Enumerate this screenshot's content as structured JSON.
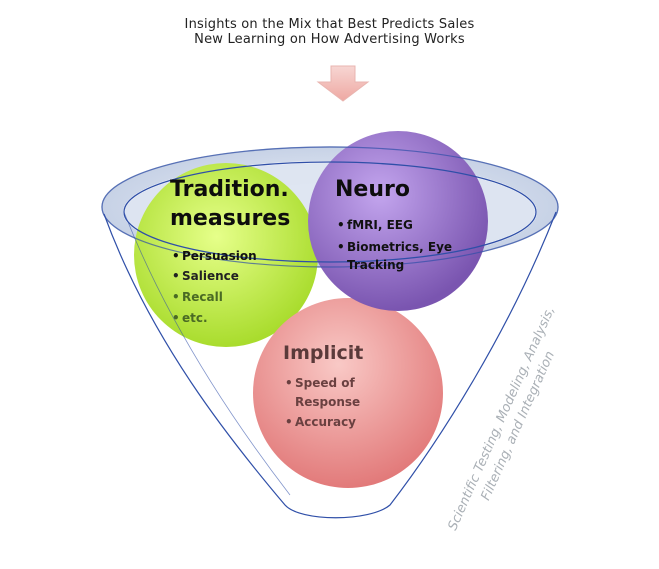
{
  "header": {
    "line1": "Insights on the Mix that Best Predicts Sales",
    "line2": "New Learning on How Advertising Works"
  },
  "circles": {
    "traditional": {
      "title_line1": "Tradition.",
      "title_line2": "measures",
      "bullets": [
        "Persuasion",
        "Salience",
        "Recall",
        "etc."
      ],
      "color": "#c6ee4e"
    },
    "neuro": {
      "title": "Neuro",
      "bullet1": "fMRI, EEG",
      "bullet2_line1": "Biometrics, Eye",
      "bullet2_line2": "Tracking",
      "color": "#9b78c8"
    },
    "implicit": {
      "title": "Implicit",
      "bullet1_line1": "Speed of",
      "bullet1_line2": "Response",
      "bullet2": "Accuracy",
      "color": "#e98a8a"
    }
  },
  "funnel": {
    "label_line1": "Scientific Testing, Modeling, Analysis,",
    "label_line2": "Filtering, and Integration",
    "stroke_color": "#2f4fa8"
  },
  "arrow": {
    "color": "#f2b9b4"
  },
  "icons": {
    "bullet": "•"
  }
}
